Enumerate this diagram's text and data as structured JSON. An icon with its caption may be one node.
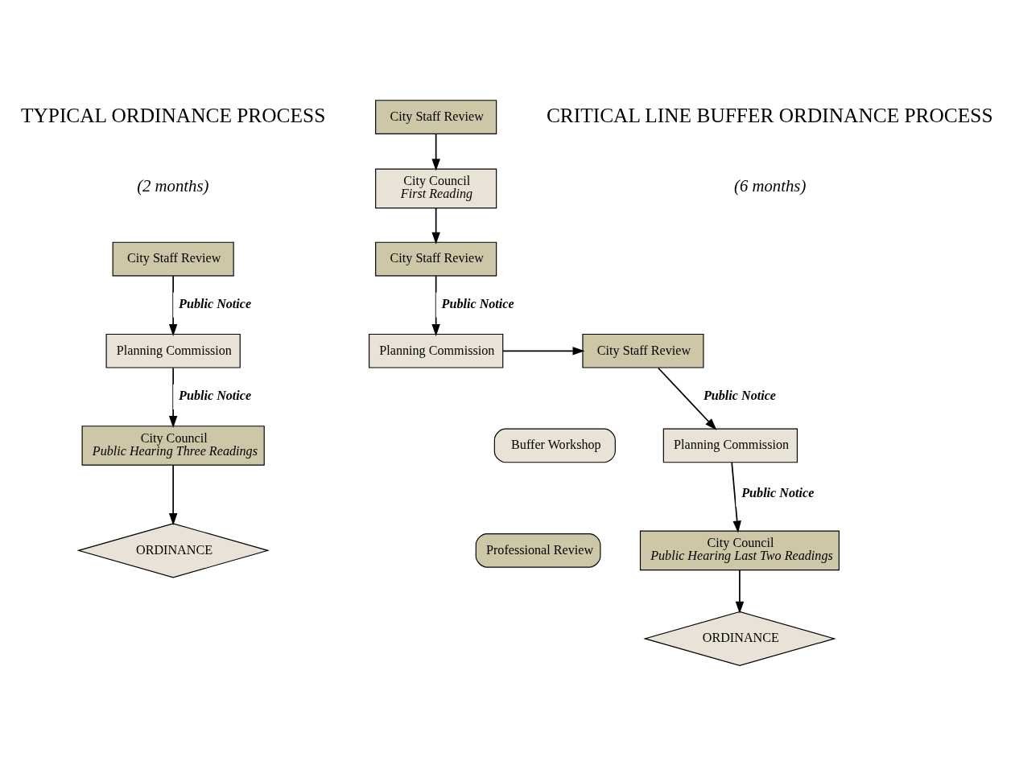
{
  "diagram": {
    "nodes": [
      {
        "text": [
          "City Staff Review"
        ]
      },
      {
        "text": [
          "Planning Commission"
        ]
      },
      {
        "text": [
          "City Council",
          "Public Hearing Three Readings"
        ]
      },
      {
        "text": [
          "ORDINANCE"
        ]
      },
      {
        "text": [
          "City Staff Review"
        ]
      },
      {
        "text": [
          "City Council",
          "First Reading"
        ]
      },
      {
        "text": [
          "City Staff Review"
        ]
      },
      {
        "text": [
          "Planning Commission"
        ]
      },
      {
        "text": [
          "City Staff Review"
        ]
      },
      {
        "text": [
          "Buffer Workshop"
        ]
      },
      {
        "text": [
          "Professional Review"
        ]
      },
      {
        "text": [
          "Planning Commission"
        ]
      },
      {
        "text": [
          "City Council",
          "Public Hearing Last Two Readings"
        ]
      },
      {
        "text": [
          "ORDINANCE"
        ]
      }
    ],
    "edges": [
      {
        "from": 0,
        "to": 1,
        "arrow": "to",
        "label": "Public Notice"
      },
      {
        "from": 1,
        "to": 2,
        "arrow": "to",
        "label": "Public Notice"
      },
      {
        "from": 2,
        "to": 3,
        "arrow": "to"
      },
      {
        "from": 4,
        "to": 5,
        "arrow": "to"
      },
      {
        "from": 5,
        "to": 6,
        "arrow": "to"
      },
      {
        "from": 6,
        "to": 7,
        "arrow": "to",
        "label": "Public Notice"
      },
      {
        "from": 7,
        "to": 8,
        "arrow": "to"
      },
      {
        "from": 8,
        "to": 11,
        "arrow": "to",
        "label": "Public Notice"
      },
      {
        "from": 11,
        "to": 12,
        "arrow": "to",
        "label": "Public Notice"
      },
      {
        "from": 12,
        "to": 13,
        "arrow": "to"
      }
    ],
    "labels": [
      "TYPICAL ORDINANCE PROCESS",
      "(2 months)",
      "CRITICAL LINE BUFFER ORDINANCE PROCESS",
      "(6 months)"
    ]
  }
}
